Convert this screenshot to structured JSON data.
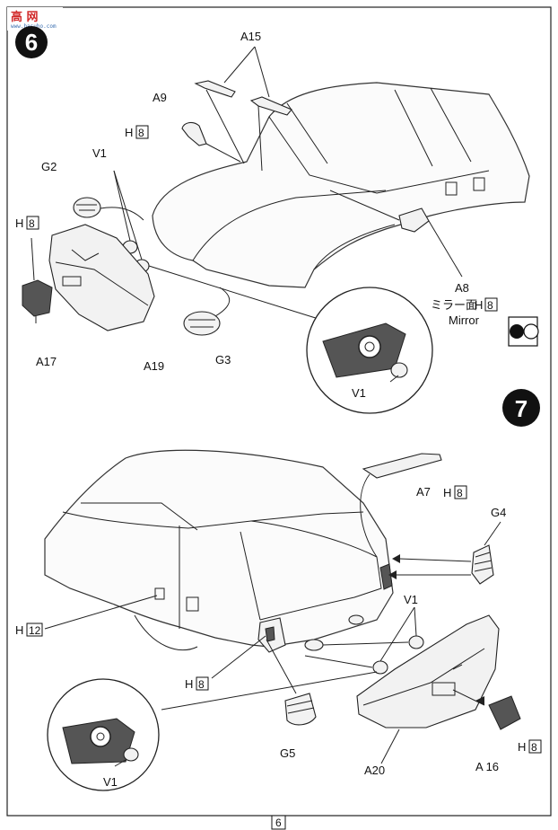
{
  "watermark": {
    "text": "高 网",
    "sub": "www.hasuho.com"
  },
  "steps": [
    {
      "number": "6"
    },
    {
      "number": "7"
    }
  ],
  "step6_labels": {
    "a15": "A15",
    "a9": "A9",
    "h8_top": "H",
    "h8_top_box": "8",
    "v1": "V1",
    "g2": "G2",
    "h8_left": "H",
    "h8_left_box": "8",
    "a17": "A17",
    "a19": "A19",
    "g3": "G3",
    "a8": "A8",
    "mirror_jp": "ミラー面",
    "mirror_h": "H",
    "mirror_box": "8",
    "mirror_en": "Mirror",
    "v1_detail": "V1"
  },
  "step7_labels": {
    "a7": "A7",
    "h8_top": "H",
    "h8_top_box": "8",
    "g4": "G4",
    "v1": "V1",
    "h12": "H",
    "h12_box": "12",
    "h8_mid": "H",
    "h8_mid_box": "8",
    "g5": "G5",
    "a20": "A20",
    "a16": "A 16",
    "h8_right": "H",
    "h8_right_box": "8",
    "v1_detail": "V1"
  },
  "page_number": "6",
  "colors": {
    "ink": "#111111",
    "paper": "#ffffff",
    "watermark": "#d12a2a"
  }
}
